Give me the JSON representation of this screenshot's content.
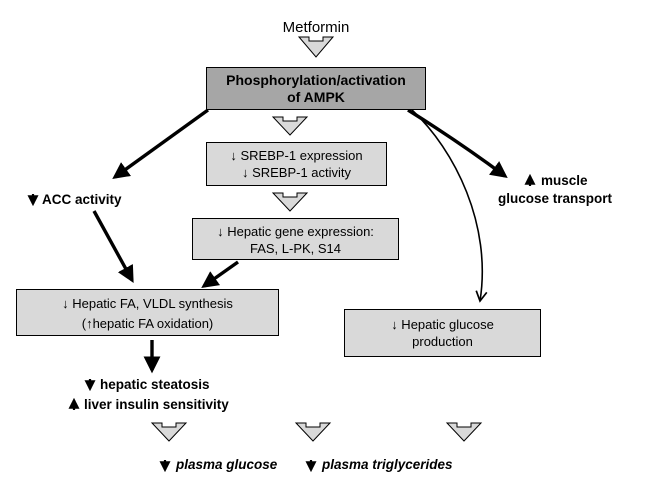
{
  "title": "Metformin",
  "ampk_box": {
    "line1": "Phosphorylation/activation",
    "line2": "of AMPK"
  },
  "srebp_box": {
    "line1": "↓ SREBP-1 expression",
    "line2": "↓ SREBP-1 activity"
  },
  "gene_box": {
    "line1": "↓ Hepatic gene expression:",
    "line2": "FAS, L-PK, S14"
  },
  "fa_box": {
    "line1": "↓  Hepatic FA, VLDL synthesis",
    "line2": "(↑hepatic FA oxidation)"
  },
  "glucose_box": {
    "line1": "↓  Hepatic glucose",
    "line2": "production"
  },
  "acc_label": "ACC activity",
  "muscle_label": {
    "line1": "muscle",
    "line2": "glucose transport"
  },
  "steatosis_label": "hepatic steatosis",
  "insulin_label": "liver insulin sensitivity",
  "outcome_glucose": "plasma glucose",
  "outcome_tg": "plasma triglycerides",
  "colors": {
    "box_fill": "#d9d9d9",
    "ampk_fill": "#a6a6a6",
    "line": "#000000"
  }
}
